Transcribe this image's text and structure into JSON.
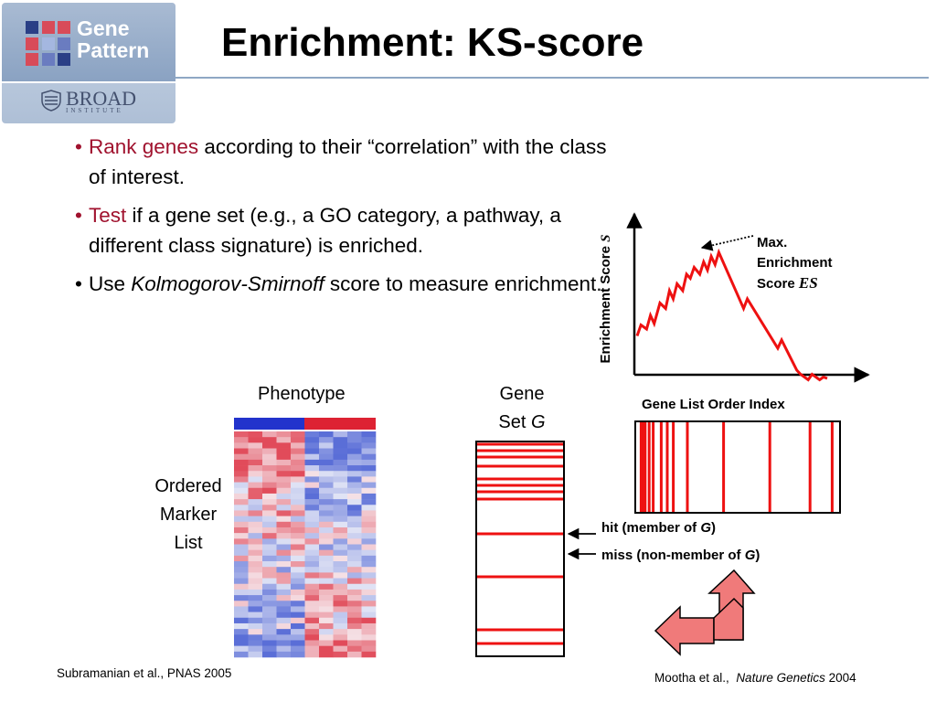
{
  "logo": {
    "line1": "Gene",
    "line2": "Pattern",
    "broad": "BROAD",
    "institute": "INSTITUTE",
    "grid_colors": [
      "#2a3f86",
      "#d84b59",
      "#d84b59",
      "#d84b59",
      "#a4b7e0",
      "#6a7cc0",
      "#d84b59",
      "#6a7cc0",
      "#2a3f86"
    ]
  },
  "title": "Enrichment: KS-score",
  "bullets": [
    {
      "highlight": "Rank genes",
      "rest": " according to their “correlation” with the class of interest."
    },
    {
      "highlight": "Test",
      "rest": " if a gene set (e.g., a GO category, a pathway, a different class signature) is enriched."
    },
    {
      "pre": "Use ",
      "italic": "Kolmogorov-Smirnoff",
      "post": " score to measure enrichment."
    }
  ],
  "heatmap": {
    "phenotype_label": "Phenotype",
    "marker_label": [
      "Ordered",
      "Marker",
      "List"
    ],
    "class_colors": [
      "#2233cc",
      "#dd2233"
    ]
  },
  "gene_set": {
    "label_line1": "Gene",
    "label_line2_pre": "Set ",
    "label_line2_italic": "G",
    "hit_label_pre": "hit (member of ",
    "hit_label_italic": "G",
    "hit_label_post": ")",
    "miss_label_pre": "miss (non-member of ",
    "miss_label_italic": "G",
    "miss_label_post": ")"
  },
  "chart_data": {
    "type": "line",
    "ylabel_text": "Enrichment Score ",
    "ylabel_italic": "S",
    "xlabel": "Gene List Order Index",
    "annotation_line1": "Max.",
    "annotation_line2": "Enrichment",
    "annotation_line3_text": "Score ",
    "annotation_line3_italic": "ES",
    "line_color": "#ee1111",
    "series": [
      {
        "x": [
          0,
          2,
          5,
          7,
          9,
          12,
          15,
          17,
          19,
          21,
          24,
          26,
          28,
          30,
          33,
          35,
          37,
          39,
          41,
          43,
          56,
          58,
          74,
          76,
          84,
          86,
          90,
          92,
          96,
          98,
          100
        ],
        "y": [
          25,
          33,
          30,
          40,
          34,
          49,
          45,
          58,
          52,
          63,
          58,
          70,
          67,
          75,
          70,
          79,
          73,
          83,
          77,
          86,
          45,
          52,
          16,
          22,
          0,
          -3,
          -7,
          -3,
          -7,
          -5,
          -6
        ]
      }
    ],
    "gene_list_hits": [
      2,
      3,
      4,
      6,
      8,
      12,
      15,
      18,
      25,
      43,
      66,
      86,
      97
    ]
  },
  "citations": {
    "left": "Subramanian et al., PNAS 2005",
    "right_pre": "Mootha et al.,  ",
    "right_italic": "Nature Genetics",
    "right_post": " 2004"
  }
}
